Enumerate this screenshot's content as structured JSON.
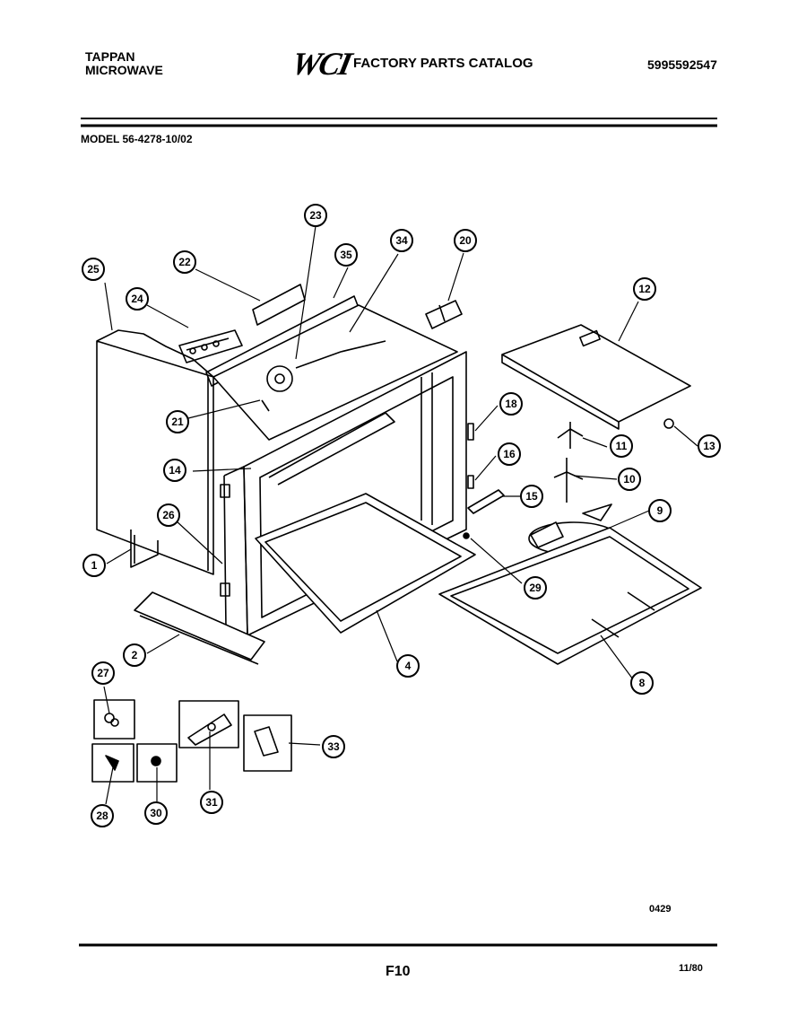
{
  "header": {
    "brand_line1": "TAPPAN",
    "brand_line2": "MICROWAVE",
    "logo": "WCI",
    "catalog_title": "FACTORY PARTS CATALOG",
    "part_number": "5995592547"
  },
  "model": "MODEL 56-4278-10/02",
  "diagram_code": "0429",
  "footer": {
    "page": "F10",
    "date": "11/80"
  },
  "callouts": [
    "25",
    "24",
    "22",
    "23",
    "35",
    "34",
    "20",
    "12",
    "21",
    "18",
    "16",
    "15",
    "14",
    "11",
    "10",
    "13",
    "26",
    "9",
    "29",
    "1",
    "2",
    "4",
    "8",
    "27",
    "28",
    "30",
    "31",
    "33"
  ]
}
